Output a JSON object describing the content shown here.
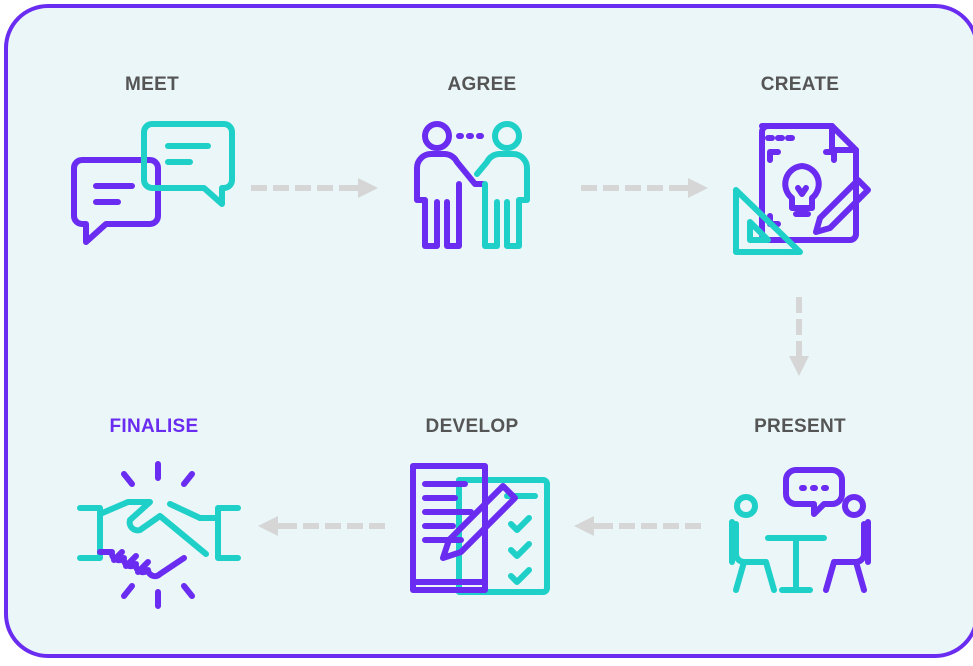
{
  "steps": [
    {
      "label": "MEET",
      "icon": "chat-bubbles-icon"
    },
    {
      "label": "AGREE",
      "icon": "two-people-handshake-icon"
    },
    {
      "label": "CREATE",
      "icon": "design-idea-icon"
    },
    {
      "label": "PRESENT",
      "icon": "meeting-table-icon"
    },
    {
      "label": "DEVELOP",
      "icon": "document-checklist-icon"
    },
    {
      "label": "FINALISE",
      "icon": "handshake-deal-icon"
    }
  ],
  "colors": {
    "purple": "#6a2cf0",
    "teal": "#1ed0c8",
    "gray_text": "#555555",
    "arrow": "#d6d6d6",
    "background": "#eaf6f8"
  }
}
